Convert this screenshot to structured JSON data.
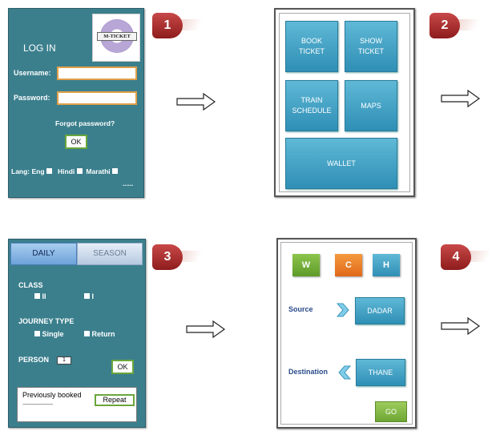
{
  "steps": [
    "1",
    "2",
    "3",
    "4"
  ],
  "screen1": {
    "logo": "M-TICKET",
    "title": "LOG IN",
    "username_label": "Username:",
    "password_label": "Password:",
    "forgot": "Forgot password?",
    "ok": "OK",
    "lang_label": "Lang: Eng",
    "hindi": "Hindi",
    "marathi": "Marathi",
    "more": "......"
  },
  "screen2": {
    "tiles": [
      "BOOK\nTICKET",
      "SHOW\nTICKET",
      "TRAIN\nSCHEDULE",
      "MAPS",
      "WALLET"
    ]
  },
  "screen3": {
    "tabs": [
      "DAILY",
      "SEASON"
    ],
    "class_label": "CLASS",
    "class_options": [
      "II",
      "I"
    ],
    "journey_label": "JOURNEY TYPE",
    "journey_options": [
      "Single",
      "Return"
    ],
    "person_label": "PERSON",
    "person_value": "1",
    "ok": "OK",
    "previously_booked": "Previously booked",
    "dashes": "----------------------------",
    "repeat": "Repeat"
  },
  "screen4": {
    "line_buttons": [
      "W",
      "C",
      "H"
    ],
    "source_label": "Source",
    "source_value": "DADAR",
    "destination_label": "Destination",
    "destination_value": "THANE",
    "go": "GO"
  },
  "colors": {
    "panel_teal": "#3b7f8d",
    "tile_blue": "#2f8fb5",
    "green": "#6aa63c",
    "orange": "#e8741e",
    "flag_red": "#b03030"
  }
}
